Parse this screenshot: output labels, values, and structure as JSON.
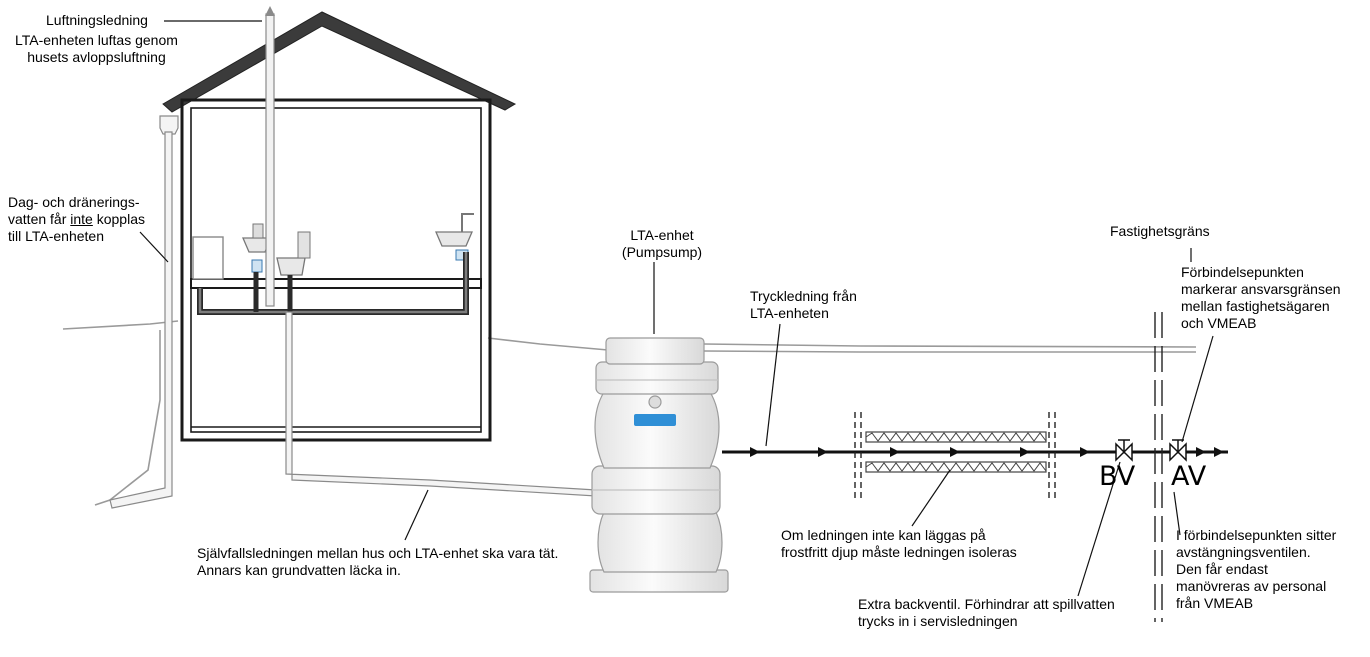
{
  "labels": {
    "ventilation": [
      "Luftningsledning",
      "LTA-enheten luftas genom",
      "husets avloppsluftning"
    ],
    "drainage": {
      "line1": "Dag- och dräneringsvatten",
      "line1_hyphenated": "Dag- och dränerings-",
      "line2_prefix": "vatten får ",
      "line2_underlined": "inte",
      "line2_suffix": " kopplas",
      "line3": "till LTA-enheten"
    },
    "lta_unit": [
      "LTA-enhet",
      "(Pumpsump)"
    ],
    "pressure_line": [
      "Tryckledning från",
      "LTA-enheten"
    ],
    "property_boundary": "Fastighetsgräns",
    "connection_point": [
      "Förbindelsepunkten",
      "markerar ansvarsgränsen",
      "mellan fastighetsägaren",
      "och VMEAB"
    ],
    "gravity_line": [
      "Självfallsledningen mellan hus och LTA-enhet ska vara tät.",
      "Annars kan grundvatten läcka in."
    ],
    "insulation": [
      "Om ledningen inte kan läggas på",
      "frostfritt djup måste ledningen isoleras"
    ],
    "backflow": [
      "Extra backventil. Förhindrar att spillvatten",
      "trycks in i servisledningen"
    ],
    "shutoff": [
      "I förbindelsepunkten sitter",
      "avstängningsventilen.",
      "Den får endast",
      "manövreras av personal",
      "från VMEAB"
    ],
    "bv": "BV",
    "av": "AV"
  },
  "colors": {
    "line": "#1a1a1a",
    "roof": "#3b3b3b",
    "pipe_outline": "#8a8a8a",
    "pipe_fill": "#e6e6e6",
    "ground": "#9a9a9a",
    "tank_fill": "#f4f4f4",
    "tank_stroke": "#9b9b9b",
    "label_badge": "#2f8fd6"
  }
}
